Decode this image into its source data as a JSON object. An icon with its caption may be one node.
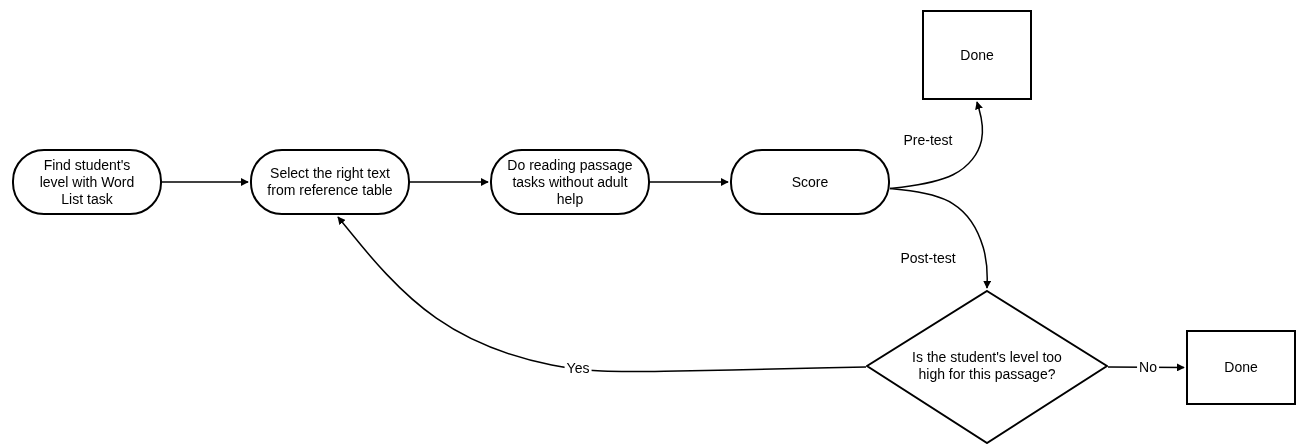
{
  "diagram": {
    "nodes": [
      {
        "text": [
          "Find student's level with Word List task"
        ]
      },
      {
        "text": [
          "Select the right text from reference table"
        ]
      },
      {
        "text": [
          "Do reading passage tasks without adult help"
        ]
      },
      {
        "text": [
          "Score"
        ]
      },
      {
        "text": [
          "Done"
        ]
      },
      {
        "text": [
          "Is the student's level too high for this passage?"
        ]
      },
      {
        "text": [
          "Done"
        ]
      }
    ],
    "edges": [
      {
        "from": 0,
        "to": 1,
        "arrow": "to"
      },
      {
        "from": 1,
        "to": 2,
        "arrow": "to"
      },
      {
        "from": 2,
        "to": 3,
        "arrow": "to"
      },
      {
        "from": 3,
        "to": 4,
        "arrow": "to",
        "label": "Pre-test"
      },
      {
        "from": 3,
        "to": 5,
        "arrow": "to",
        "label": "Post-test"
      },
      {
        "from": 5,
        "to": 1,
        "arrow": "to",
        "label": "Yes"
      },
      {
        "from": 5,
        "to": 6,
        "arrow": "to",
        "label": "No"
      }
    ]
  }
}
